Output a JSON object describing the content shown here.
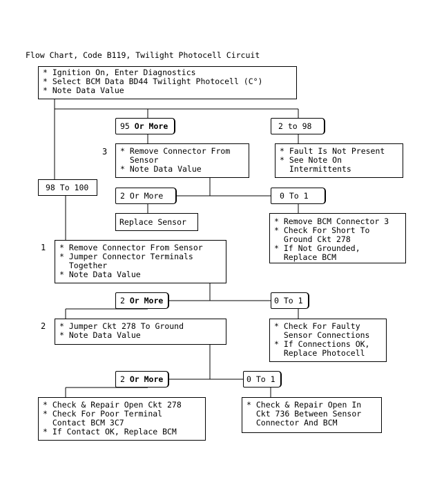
{
  "title": "Flow Chart, Code B119, Twilight Photocell Circuit",
  "start_box": [
    "* Ignition On, Enter Diagnostics",
    "* Select BCM Data BD44 Twilight Photocell (C°)",
    "* Note Data Value"
  ],
  "branch_95": {
    "value": "95 ",
    "bold": "Or More"
  },
  "branch_2_98": "2 to 98",
  "branch_98_100": "98 To 100",
  "step3_num": "3",
  "step3_box": [
    "* Remove Connector From",
    "  Sensor",
    "* Note Data Value"
  ],
  "fault_box": [
    "* Fault Is Not Present",
    "* See Note On",
    "  Intermittents"
  ],
  "s3_branch_2more": "2 Or More",
  "s3_branch_0to1": "0 To 1",
  "replace_sensor": "Replace Sensor",
  "remove_bcm_box": [
    "* Remove BCM Connector 3",
    "* Check For Short To",
    "  Ground Ckt 278",
    "* If Not Grounded,",
    "  Replace BCM"
  ],
  "step1_num": "1",
  "step1_box": [
    "* Remove Connector From Sensor",
    "* Jumper Connector Terminals",
    "  Together",
    "* Note Data Value"
  ],
  "s1_branch_2more": {
    "value": "2 ",
    "bold": "Or More"
  },
  "s1_branch_0to1": "0 To 1",
  "step2_num": "2",
  "step2_box": [
    "* Jumper Ckt 278 To Ground",
    "* Note Data Value"
  ],
  "faulty_box": [
    "* Check For Faulty",
    "  Sensor Connections",
    "* If Connections OK,",
    "  Replace Photocell"
  ],
  "s2_branch_2more": {
    "value": "2 ",
    "bold": "Or More"
  },
  "s2_branch_0to1": "0 To 1",
  "open278_box": [
    "* Check & Repair Open Ckt 278",
    "* Check For Poor Terminal",
    "  Contact BCM 3C7",
    "* If Contact OK, Replace BCM"
  ],
  "open736_box": [
    "* Check & Repair Open In",
    "  Ckt 736 Between Sensor",
    "  Connector And BCM"
  ]
}
